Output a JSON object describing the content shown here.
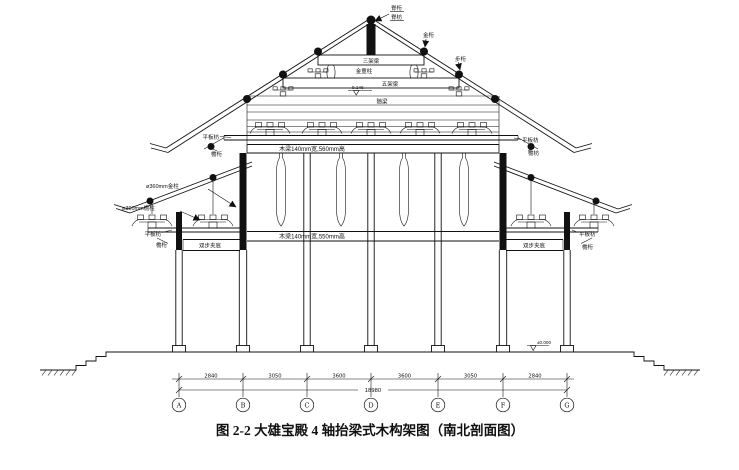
{
  "caption": "图 2-2  大雄宝殿 4 轴抬梁式木构架图（南北剖面图）",
  "labels": {
    "ridge_purlin": "脊桁",
    "ridge_fang": "脊枋",
    "jin_purlin": "金桁",
    "bu_purlin": "步桁",
    "san_jia_liang": "三架梁",
    "jin_tong_zhu": "金童柱",
    "wu_jia_liang": "五架梁",
    "sui_liang": "随梁",
    "upper_beam": "木梁140mm宽,560mm高",
    "lower_beam": "木梁140mm宽,550mm高",
    "ping_ban_fang": "平板枋",
    "yan_heng": "檐桁",
    "yan_fang": "檐枋",
    "jin_column": "ø360mm金柱",
    "yan_column": "ø360mm檐柱",
    "shuang_bu_jia_di": "双步夹底",
    "elev_ridge_beam": "9.146",
    "elev_ground": "±0.000"
  },
  "dimensions": {
    "segments": [
      "2840",
      "3050",
      "3600",
      "3600",
      "3050",
      "2840"
    ],
    "total": "18980"
  },
  "axes": [
    "A",
    "B",
    "C",
    "D",
    "E",
    "F",
    "G"
  ]
}
